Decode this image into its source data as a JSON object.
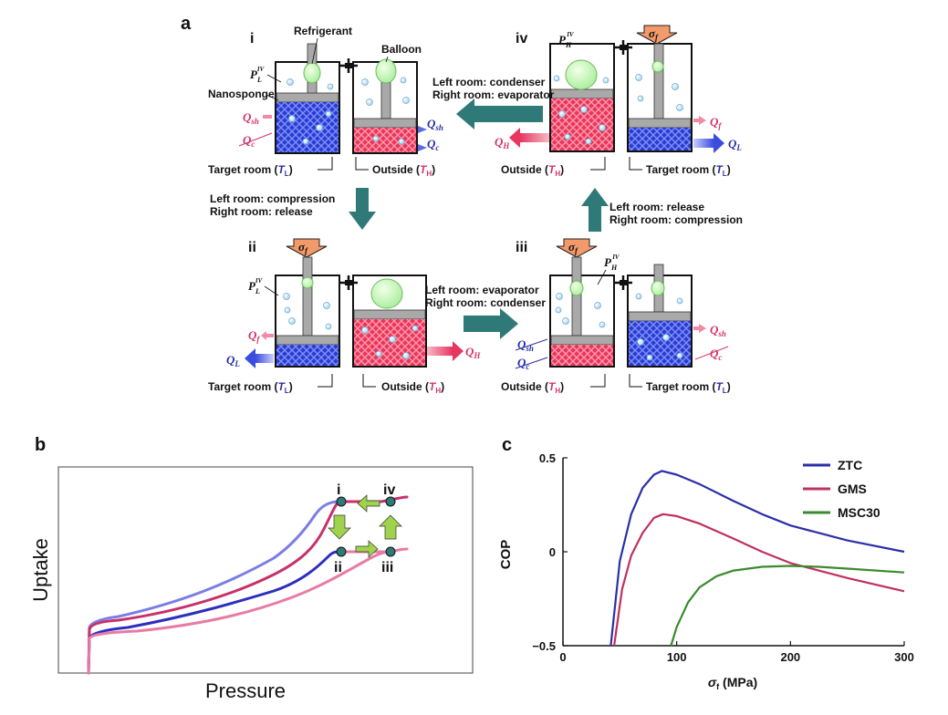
{
  "panel_a": {
    "letter": "a",
    "steps": {
      "i": {
        "num": "i",
        "pressure": "P",
        "pressure_sub": "L",
        "pressure_sup": "IV",
        "refrigerant": "Refrigerant",
        "balloon": "Balloon",
        "nanosponge": "Nanosponge",
        "q_left_1": "Q",
        "q_left_1_sub": "sh",
        "q_left_2": "Q",
        "q_left_2_sub": "c",
        "q_right_1": "Q",
        "q_right_1_sub": "sh",
        "q_right_2": "Q",
        "q_right_2_sub": "c",
        "left_room": "Target room (",
        "left_room_T": "T",
        "left_room_sub": "L",
        "right_room": "Outside (",
        "right_room_T": "T",
        "right_room_sub": "H"
      },
      "ii": {
        "num": "ii",
        "pressure": "P",
        "pressure_sub": "L",
        "pressure_sup": "IV",
        "qf": "Q",
        "qf_sub": "f",
        "ql": "Q",
        "ql_sub": "L",
        "qh": "Q",
        "qh_sub": "H",
        "left_room": "Target room (",
        "left_room_T": "T",
        "left_room_sub": "L",
        "right_room": "Outside (",
        "right_room_T": "T",
        "right_room_sub": "H"
      },
      "iii": {
        "num": "iii",
        "pressure": "P",
        "pressure_sub": "H",
        "pressure_sup": "IV",
        "q_left_1": "Q",
        "q_left_1_sub": "sh",
        "q_left_2": "Q",
        "q_left_2_sub": "c",
        "qsh": "Q",
        "qsh_sub": "sh",
        "qc": "Q",
        "qc_sub": "c",
        "left_room": "Outside (",
        "left_room_T": "T",
        "left_room_sub": "H",
        "right_room": "Target room (",
        "right_room_T": "T",
        "right_room_sub": "L"
      },
      "iv": {
        "num": "iv",
        "pressure": "P",
        "pressure_sub": "H",
        "pressure_sup": "IV",
        "qh": "Q",
        "qh_sub": "H",
        "qf": "Q",
        "qf_sub": "f",
        "ql": "Q",
        "ql_sub": "L",
        "left_room": "Outside (",
        "left_room_T": "T",
        "left_room_sub": "H",
        "right_room": "Target room (",
        "right_room_T": "T",
        "right_room_sub": "L"
      }
    },
    "sigma": "σ",
    "sigma_sub": "f",
    "close_paren": ")",
    "arrows": {
      "i_to_ii": [
        "Left room: compression",
        "Right room: release"
      ],
      "ii_to_iii": [
        "Left room: evaporator",
        "Right room: condenser"
      ],
      "iii_to_iv": [
        "Left room: release",
        "Right room: compression"
      ],
      "iv_to_i": [
        "Left room: condenser",
        "Right room: evaporator"
      ]
    }
  },
  "panel_b": {
    "letter": "b",
    "xlabel": "Pressure",
    "ylabel": "Uptake",
    "points": [
      "i",
      "ii",
      "iii",
      "iv"
    ]
  },
  "panel_c": {
    "letter": "c",
    "xlabel_sym": "σ",
    "xlabel_sub": "f",
    "xlabel_unit": " (MPa)",
    "ylabel": "COP"
  },
  "chart_data": {
    "type": "line",
    "xlabel": "σf (MPa)",
    "ylabel": "COP",
    "xlim": [
      0,
      300
    ],
    "ylim": [
      -0.5,
      0.5
    ],
    "xticks": [
      "0",
      "100",
      "200",
      "300"
    ],
    "yticks": [
      "0.5",
      "0",
      "−0.5"
    ],
    "grid": false,
    "legend_position": "top-right",
    "series": [
      {
        "name": "ZTC",
        "color": "#2b2fa8",
        "x": [
          42,
          50,
          60,
          70,
          80,
          87,
          100,
          120,
          150,
          175,
          200,
          250,
          300
        ],
        "y": [
          -0.5,
          -0.05,
          0.2,
          0.34,
          0.41,
          0.43,
          0.41,
          0.36,
          0.27,
          0.2,
          0.14,
          0.06,
          0.0
        ]
      },
      {
        "name": "GMS",
        "color": "#c0305c",
        "x": [
          45,
          52,
          60,
          70,
          80,
          88,
          100,
          120,
          150,
          175,
          200,
          250,
          300
        ],
        "y": [
          -0.5,
          -0.2,
          -0.02,
          0.1,
          0.18,
          0.2,
          0.19,
          0.15,
          0.07,
          0.0,
          -0.06,
          -0.14,
          -0.21
        ]
      },
      {
        "name": "MSC30",
        "color": "#3a8a2e",
        "x": [
          95,
          100,
          110,
          120,
          135,
          150,
          175,
          200,
          225,
          250,
          300
        ],
        "y": [
          -0.5,
          -0.4,
          -0.27,
          -0.19,
          -0.13,
          -0.1,
          -0.08,
          -0.075,
          -0.08,
          -0.09,
          -0.11
        ]
      }
    ]
  }
}
